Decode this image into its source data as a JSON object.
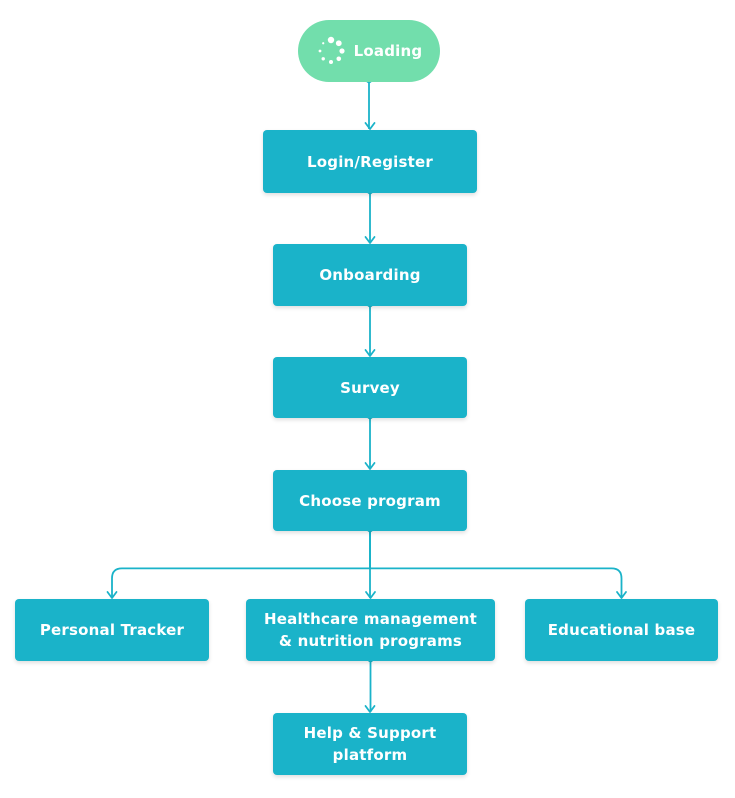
{
  "colors": {
    "node_fill": "#1ab3c9",
    "start_fill": "#72deac",
    "connector": "#1ab3c9",
    "label_text": "#ffffff"
  },
  "nodes": {
    "start": {
      "label": "Loading",
      "icon": "loading-spinner-icon"
    },
    "login": {
      "label": "Login/Register"
    },
    "onboard": {
      "label": "Onboarding"
    },
    "survey": {
      "label": "Survey"
    },
    "choose": {
      "label": "Choose program"
    },
    "tracker": {
      "label": "Personal Tracker"
    },
    "health": {
      "label": "Healthcare management\n& nutrition programs"
    },
    "edu": {
      "label": "Educational base"
    },
    "help": {
      "label": "Help & Support\nplatform"
    }
  },
  "edges": [
    {
      "from": "start",
      "to": "login"
    },
    {
      "from": "login",
      "to": "onboard"
    },
    {
      "from": "onboard",
      "to": "survey"
    },
    {
      "from": "survey",
      "to": "choose"
    },
    {
      "from": "choose",
      "to": "tracker"
    },
    {
      "from": "choose",
      "to": "health"
    },
    {
      "from": "choose",
      "to": "edu"
    },
    {
      "from": "health",
      "to": "help"
    }
  ]
}
